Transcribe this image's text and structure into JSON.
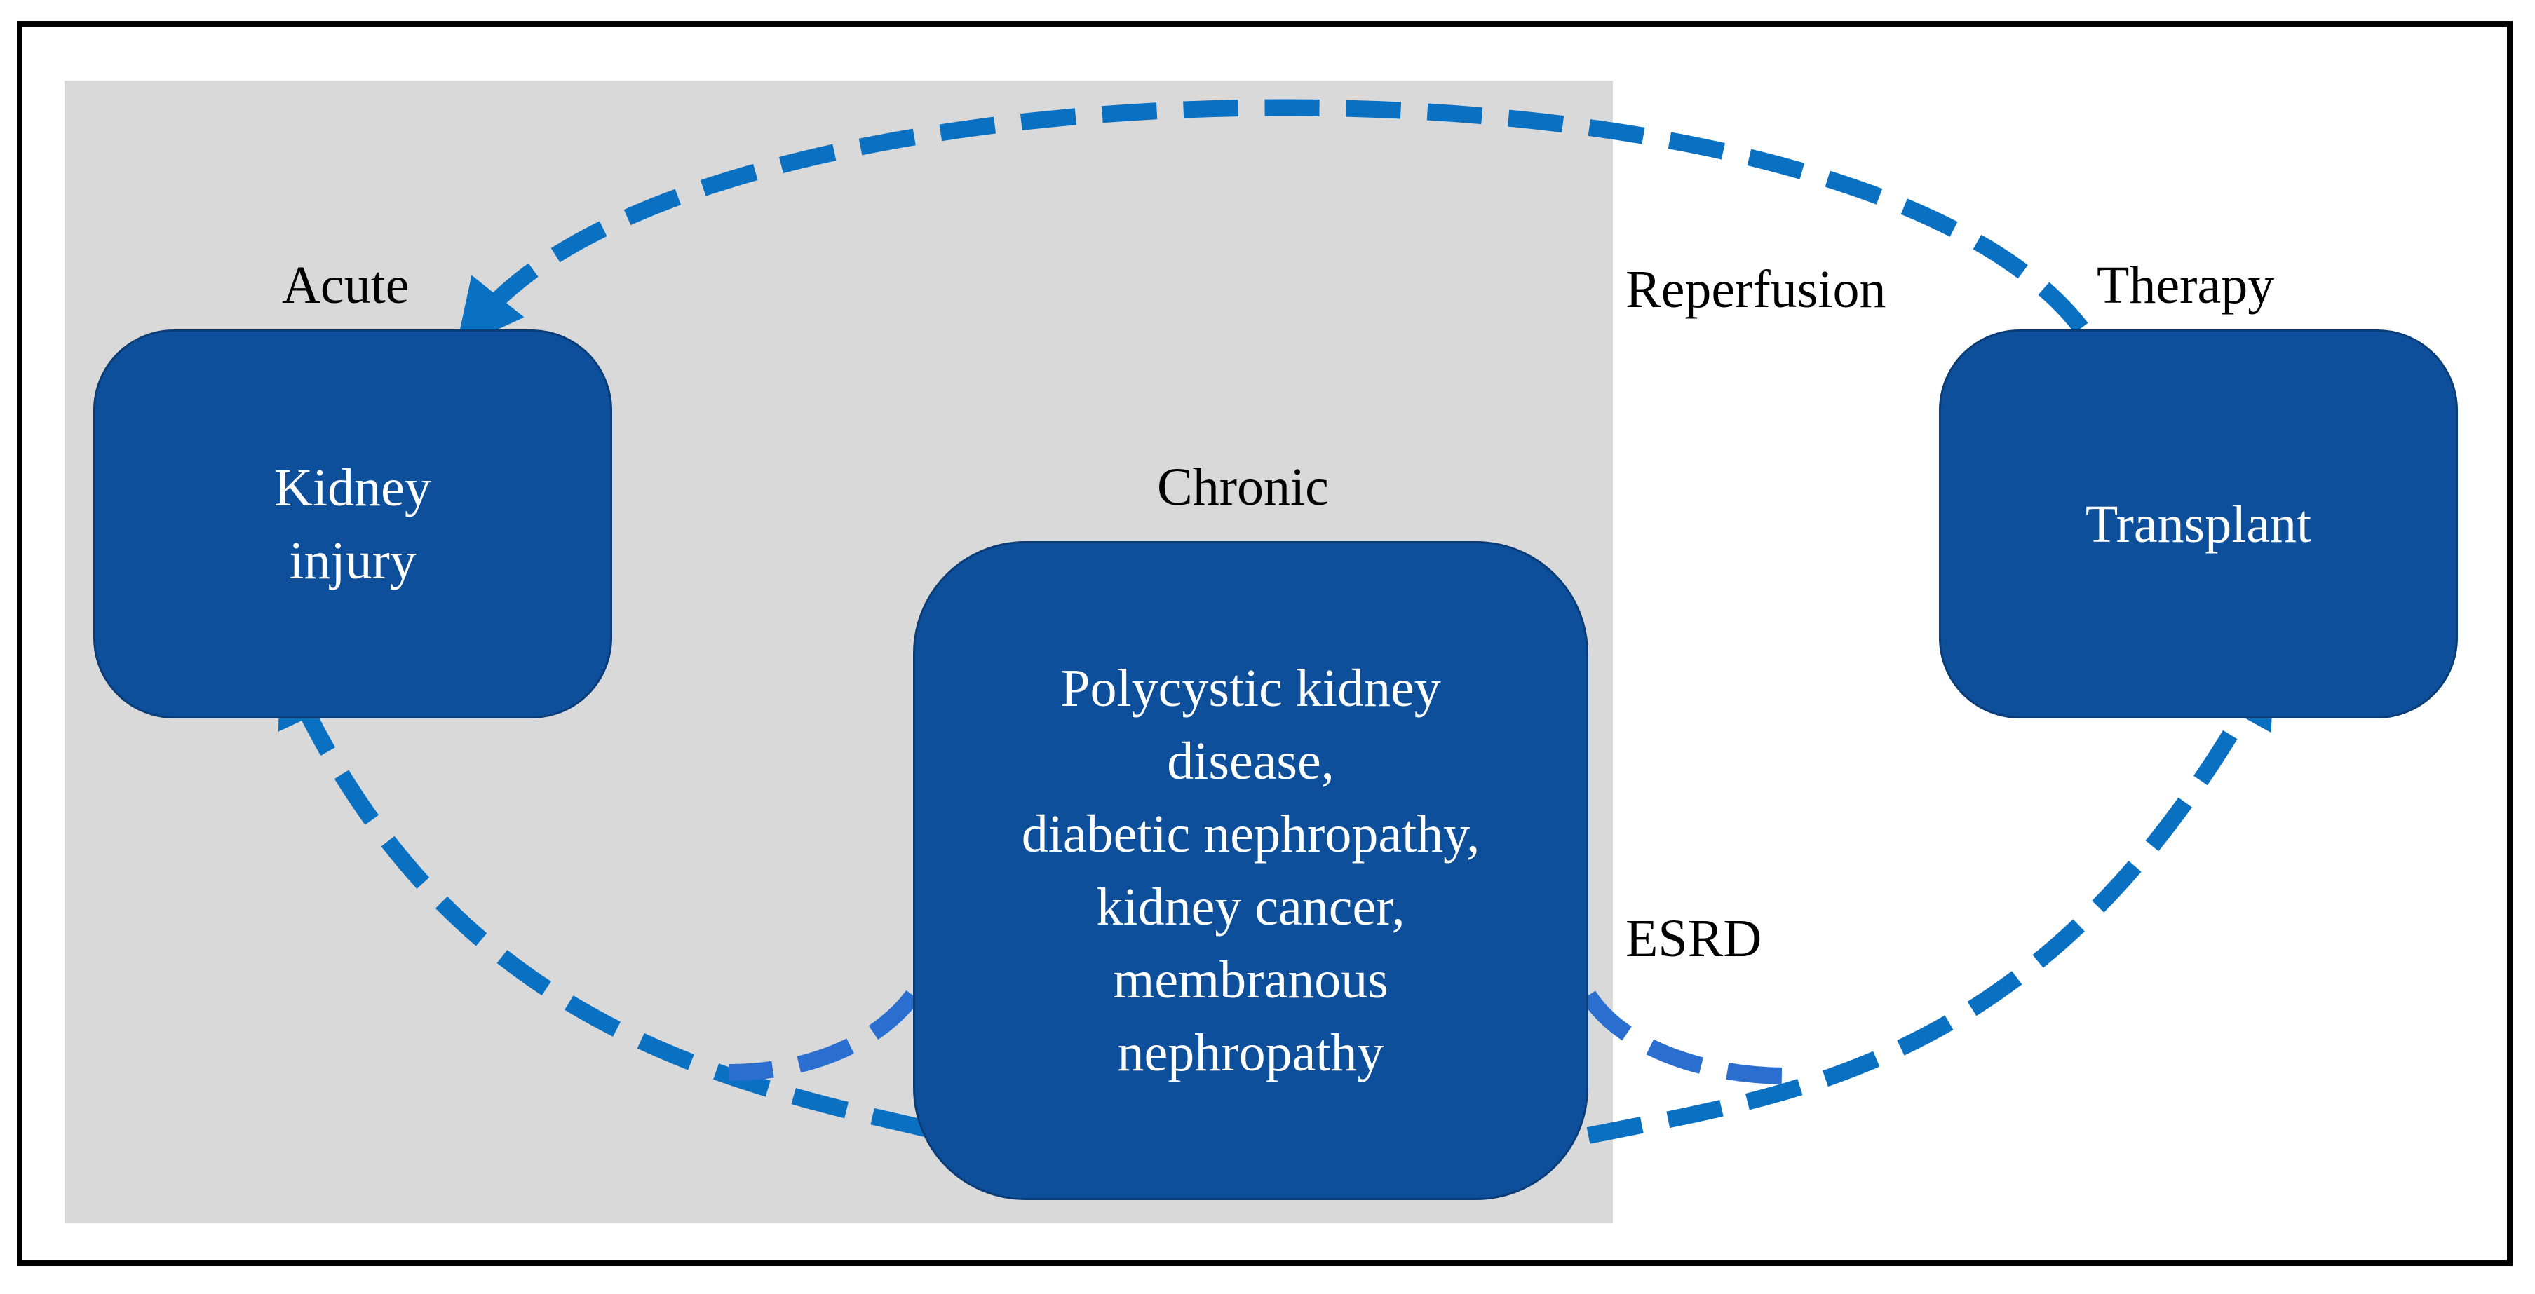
{
  "colors": {
    "box_fill": "#0d4f9a",
    "arrow": "#0a70c2",
    "panel": "#d9d9d9"
  },
  "labels": {
    "acute": "Acute",
    "chronic": "Chronic",
    "reperfusion": "Reperfusion",
    "therapy": "Therapy",
    "esrd": "ESRD"
  },
  "boxes": {
    "kidney_injury": "Kidney\ninjury",
    "chronic_diseases": "Polycystic kidney\ndisease,\ndiabetic nephropathy,\nkidney cancer,\nmembranous\nnephropathy",
    "transplant": "Transplant"
  }
}
